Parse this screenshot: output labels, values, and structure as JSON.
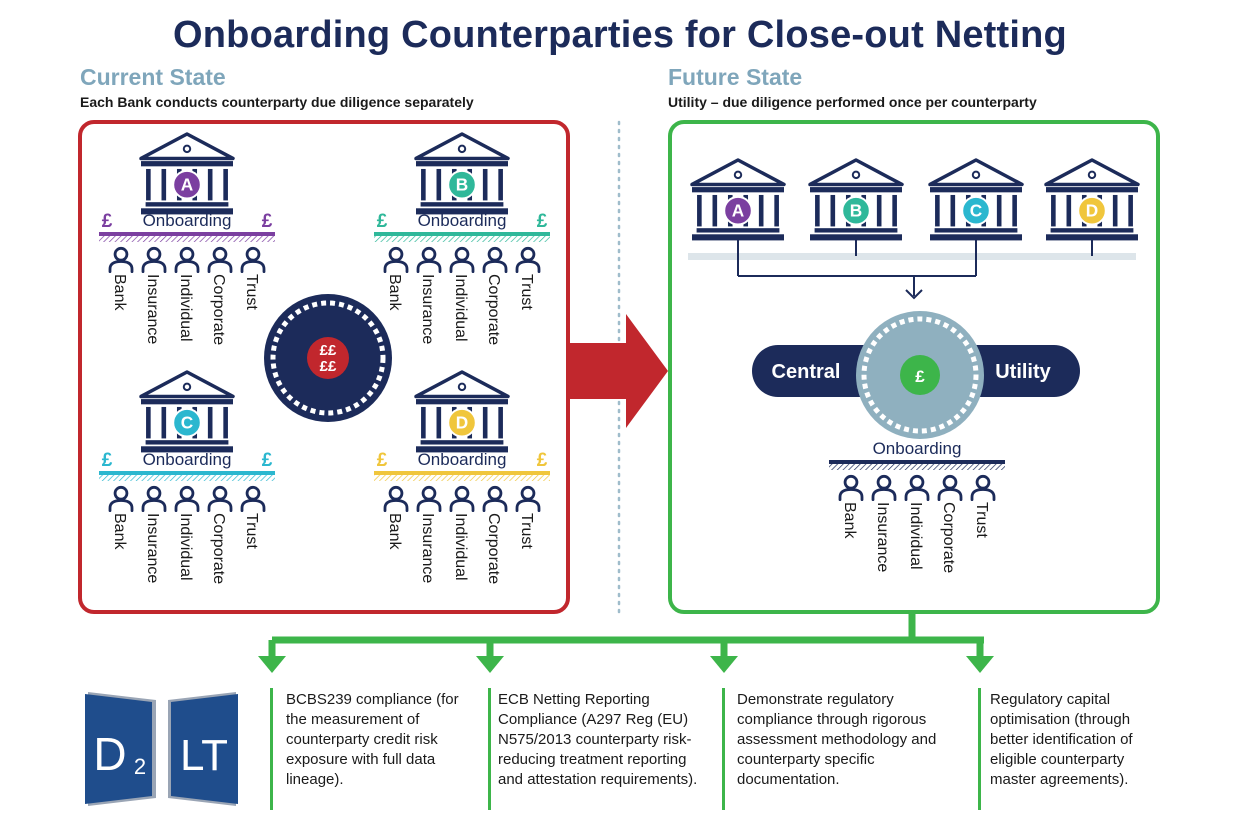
{
  "title": "Onboarding Counterparties for Close-out Netting",
  "current_state": {
    "title": "Current State",
    "subtitle": "Each Bank conducts counterparty due diligence separately"
  },
  "future_state": {
    "title": "Future State",
    "subtitle": "Utility – due diligence performed once per counterparty"
  },
  "banks": [
    {
      "letter": "A",
      "color": "#7b3fa0"
    },
    {
      "letter": "B",
      "color": "#2fb89a"
    },
    {
      "letter": "C",
      "color": "#2bb7cf"
    },
    {
      "letter": "D",
      "color": "#f0c63c"
    }
  ],
  "onboarding_label": "Onboarding",
  "currency_symbol": "£",
  "center_coin_text": "££££",
  "counterparty_types": [
    "Bank",
    "Insurance",
    "Individual",
    "Corporate",
    "Trust"
  ],
  "central_utility": {
    "left": "Central",
    "right": "Utility",
    "coin": "£"
  },
  "benefits": [
    "BCBS239 compliance (for the measurement of counterparty credit risk exposure with full data lineage).",
    "ECB Netting Reporting Compliance (A297 Reg (EU) N575/2013 counterparty risk-reducing treatment reporting and attestation requirements).",
    "Demonstrate regulatory compliance through rigorous assessment methodology and counterparty specific documentation.",
    "Regulatory capital optimisation (through better identification of eligible counterparty master agreements)."
  ],
  "logo": {
    "left_main": "D",
    "left_sub": "2",
    "right": "LT"
  },
  "colors": {
    "navy": "#1c2b5a",
    "red": "#c1272d",
    "green": "#3db54a",
    "steel": "#8fb0bf",
    "light_blue": "#dde5ea"
  }
}
